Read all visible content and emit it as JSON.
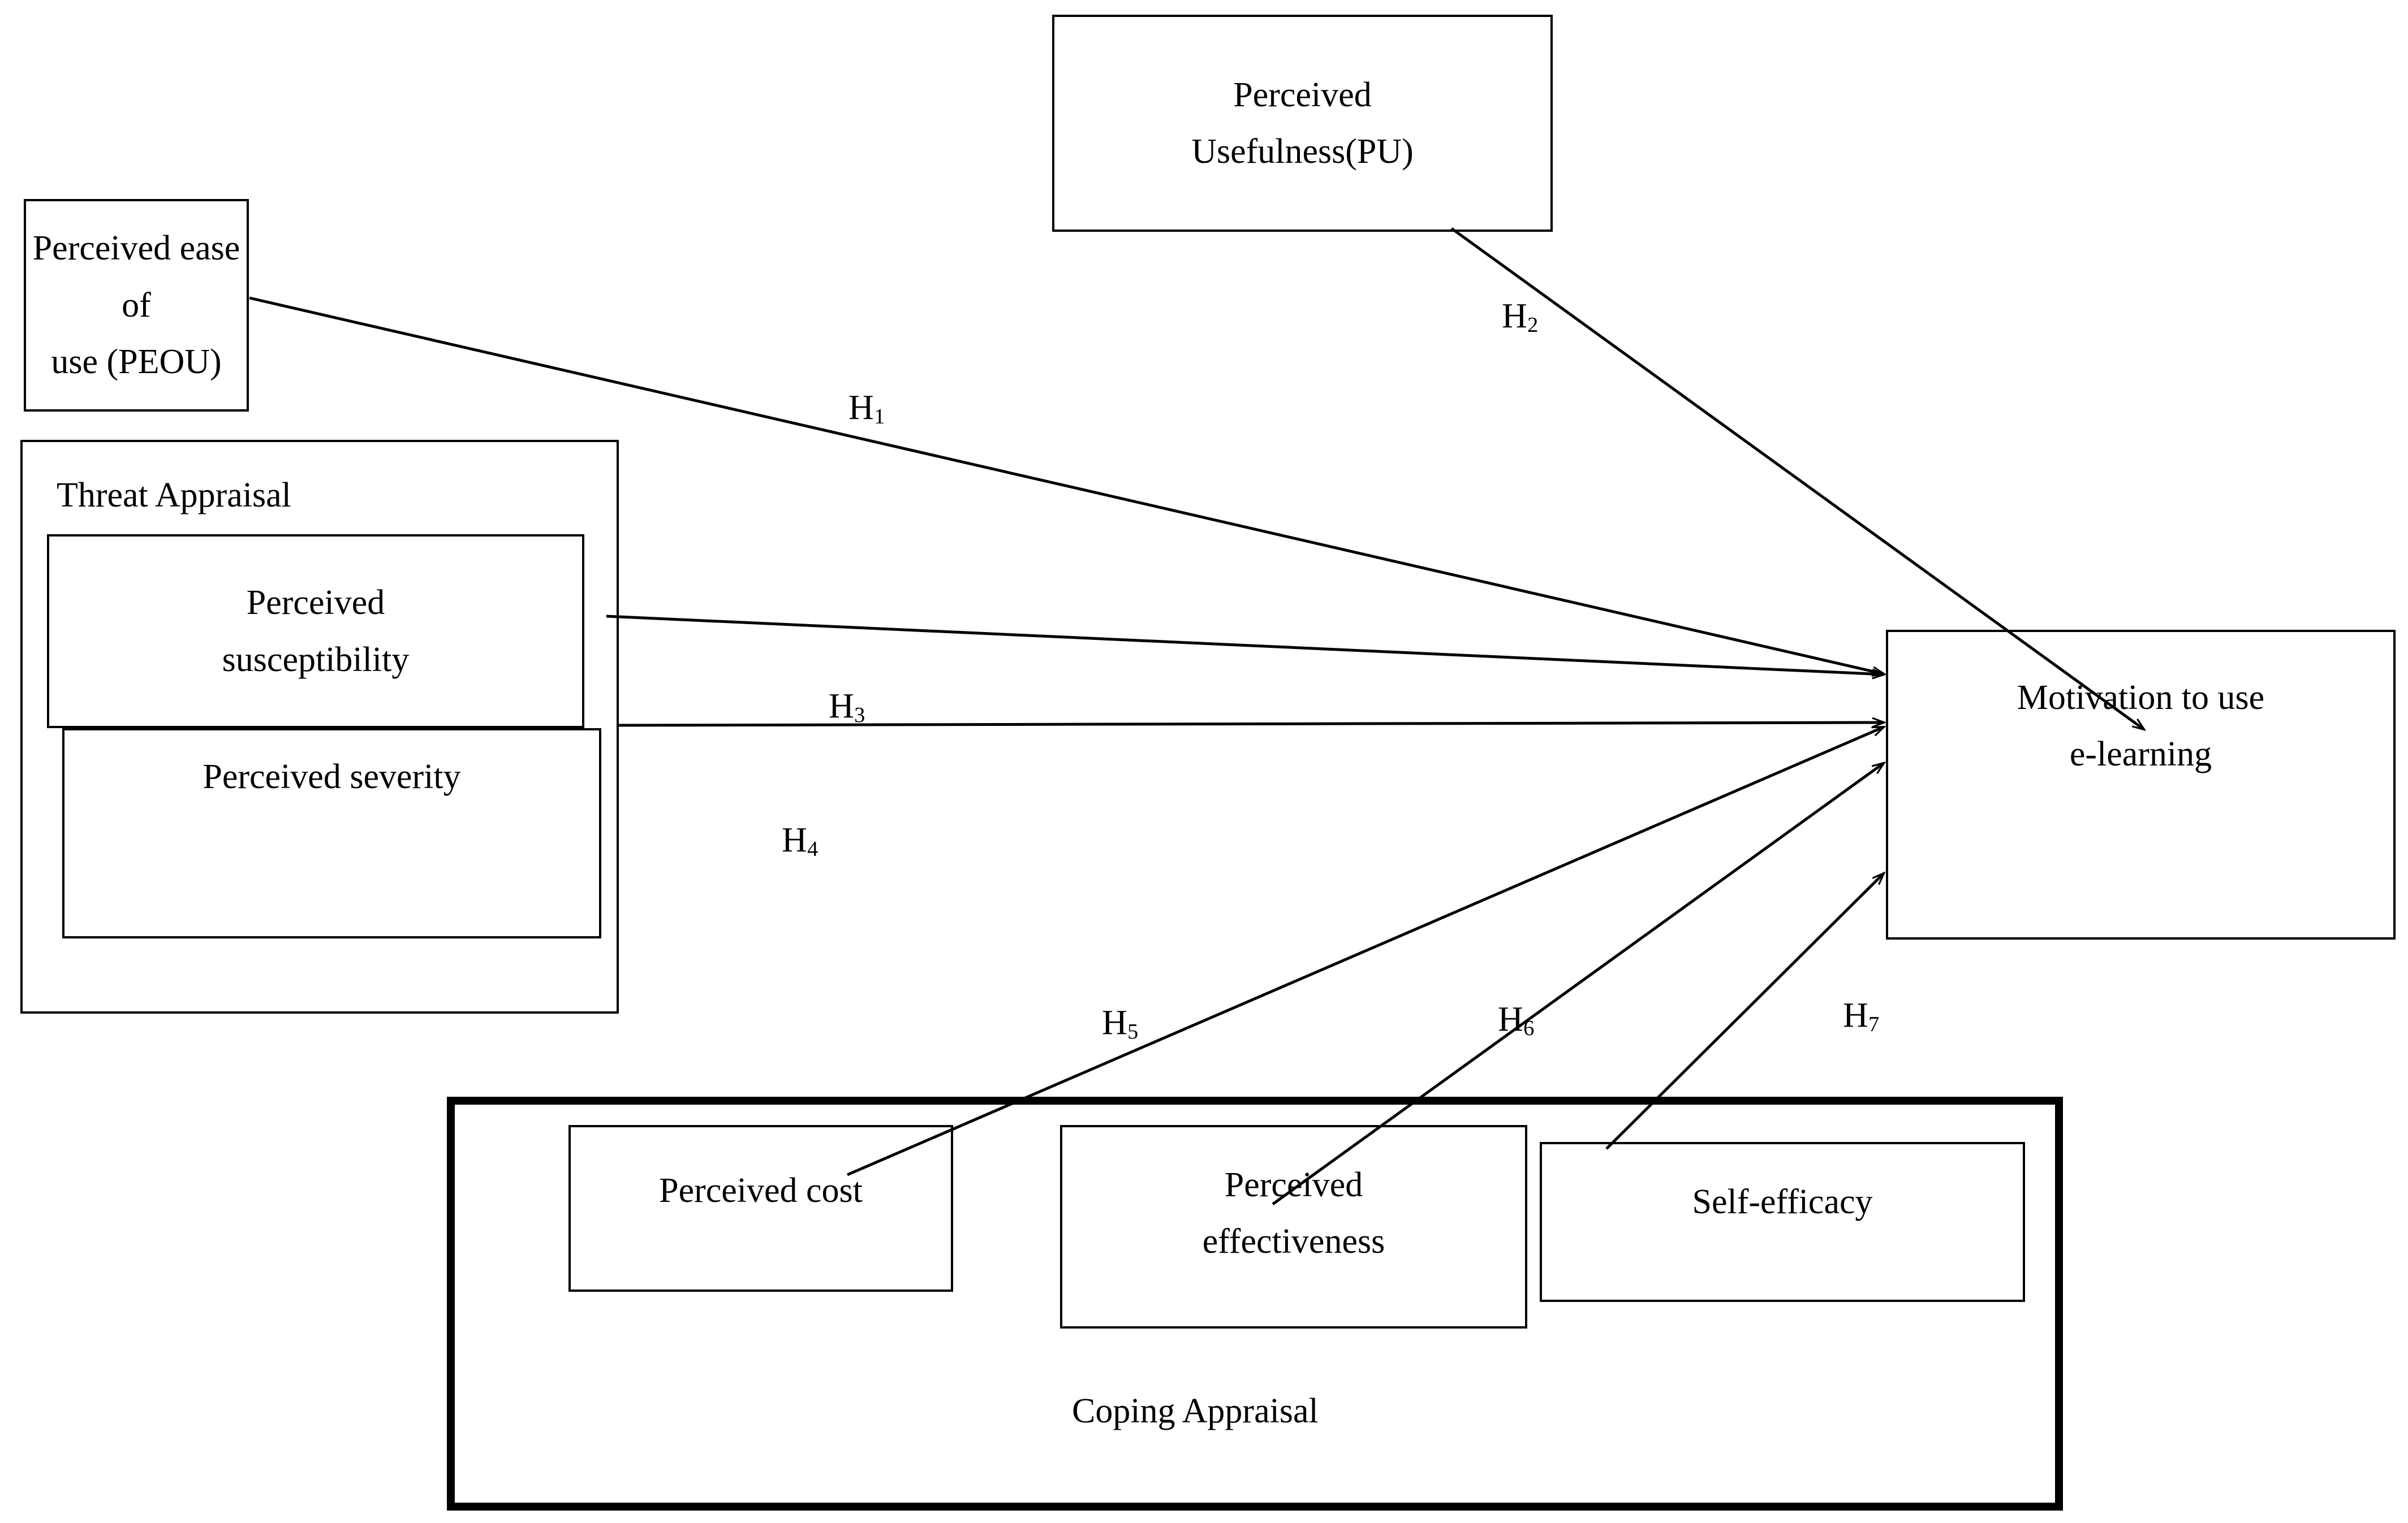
{
  "diagram": {
    "title": "Research model of motivation to use e-learning",
    "type": "path-model",
    "line_color": "#000000",
    "box_border_color": "#000000",
    "background_color": "#ffffff"
  },
  "nodes": {
    "peou": {
      "label": "Perceived ease of\nuse (PEOU)",
      "line1": "Perceived ease of",
      "line2": "use (PEOU)"
    },
    "pu": {
      "label": "Perceived\nUsefulness(PU)",
      "line1": "Perceived",
      "line2": "Usefulness(PU)"
    },
    "threat_group_title": "Threat Appraisal",
    "susceptibility": {
      "line1": "Perceived",
      "line2": "susceptibility"
    },
    "severity": {
      "line1": "Perceived severity"
    },
    "coping_group_title": "Coping Appraisal",
    "cost": {
      "line1": "Perceived cost"
    },
    "effectiveness": {
      "line1": "Perceived",
      "line2": "effectiveness"
    },
    "self_efficacy": {
      "line1": "Self-efficacy"
    },
    "motivation": {
      "line1": "Motivation to use",
      "line2": "e-learning"
    }
  },
  "hypotheses": [
    {
      "id": "H1",
      "letter": "H",
      "sub": "1",
      "from": "peou",
      "to": "motivation"
    },
    {
      "id": "H2",
      "letter": "H",
      "sub": "2",
      "from": "pu",
      "to": "motivation"
    },
    {
      "id": "H3",
      "letter": "H",
      "sub": "3",
      "from": "susceptibility",
      "to": "motivation"
    },
    {
      "id": "H4",
      "letter": "H",
      "sub": "4",
      "from": "severity",
      "to": "motivation"
    },
    {
      "id": "H5",
      "letter": "H",
      "sub": "5",
      "from": "cost",
      "to": "motivation"
    },
    {
      "id": "H6",
      "letter": "H",
      "sub": "6",
      "from": "effectiveness",
      "to": "motivation"
    },
    {
      "id": "H7",
      "letter": "H",
      "sub": "7",
      "from": "self_efficacy",
      "to": "motivation"
    }
  ]
}
